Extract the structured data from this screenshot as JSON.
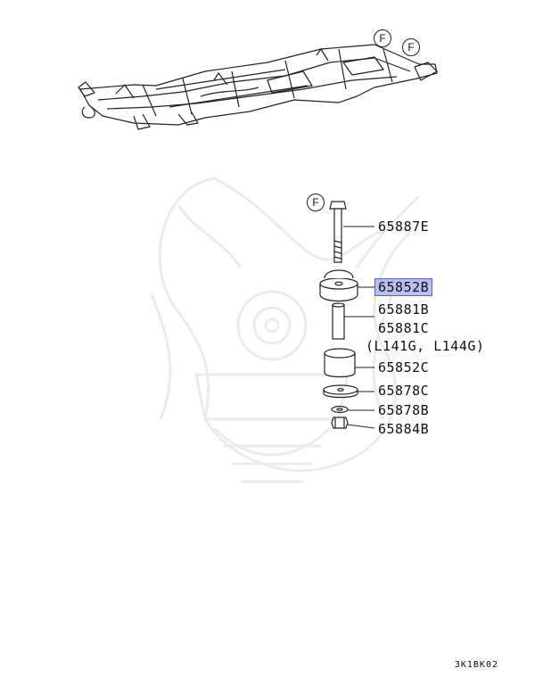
{
  "front_markers": [
    "F",
    "F",
    "F"
  ],
  "parts": [
    {
      "number": "65887E",
      "highlighted": false
    },
    {
      "number": "65852B",
      "highlighted": true
    },
    {
      "number": "65881B",
      "highlighted": false
    },
    {
      "number": "65881C",
      "highlighted": false
    },
    {
      "number": "65852C",
      "highlighted": false
    },
    {
      "number": "65878C",
      "highlighted": false
    },
    {
      "number": "65878B",
      "highlighted": false
    },
    {
      "number": "65884B",
      "highlighted": false
    }
  ],
  "part_note": "(L141G, L144G)",
  "diagram_code": "3K1BK02",
  "colors": {
    "highlight_fill": "#b9bdf0",
    "highlight_border": "#5a5fd0",
    "line": "#222222",
    "watermark": "#ececec"
  }
}
